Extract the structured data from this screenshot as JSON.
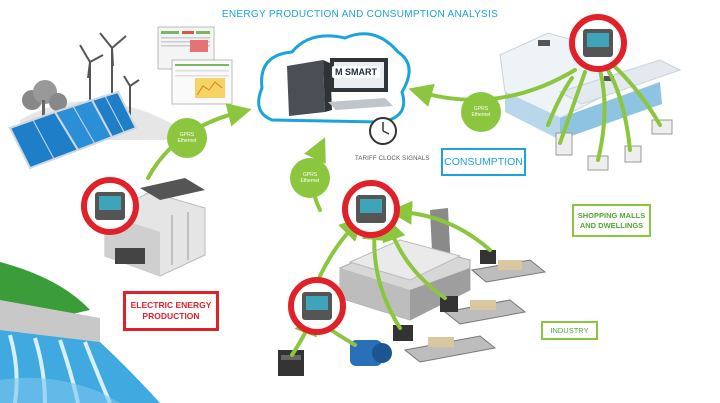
{
  "title": "ENERGY PRODUCTION AND CONSUMPTION ANALYSIS",
  "labels": {
    "consumption": "CONSUMPTION",
    "electric_line1": "ELECTRIC ENERGY",
    "electric_line2": "PRODUCTION",
    "shopping_line1": "SHOPPING MALLS",
    "shopping_line2": "AND DWELLINGS",
    "industry": "INDUSTRY",
    "tariff": "TARIFF CLOCK SIGNALS",
    "smart_brand": "M SMART"
  },
  "link_tags": {
    "left": {
      "line1": "GPRS",
      "line2": "Ethernet"
    },
    "center": {
      "line1": "GPRS",
      "line2": "Ethernet"
    },
    "right": {
      "line1": "GPRS",
      "line2": "Ethernet"
    }
  },
  "colors": {
    "accent_blue": "#1aa3dc",
    "accent_red": "#e02129",
    "accent_green": "#8cc63f",
    "dark_green": "#55a630",
    "meter_screen": "#3fa4b8"
  },
  "icons": [
    "wind-turbines-icon",
    "solar-panels-icon",
    "hydro-dam-icon",
    "substation-icon",
    "computer-icon",
    "clock-icon",
    "shopping-mall-icon",
    "factory-icon",
    "conveyor-belts-icon",
    "motor-icon",
    "contactor-icon",
    "power-meter-icon"
  ]
}
